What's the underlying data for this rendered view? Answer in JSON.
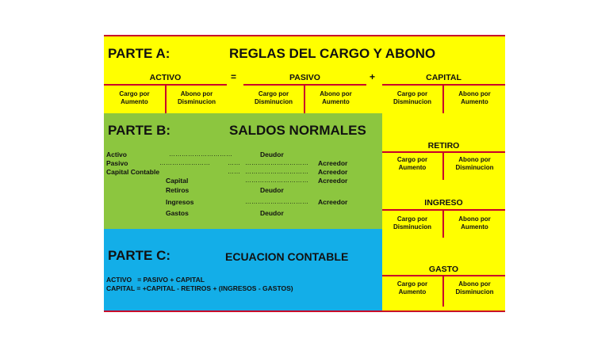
{
  "partA": {
    "label": "PARTE A:",
    "title": "REGLAS DEL CARGO Y ABONO",
    "activo": "ACTIVO",
    "equals": "=",
    "pasivo": "PASIVO",
    "plus": "+",
    "capital": "CAPITAL",
    "activo_left": [
      "Cargo por",
      "Aumento"
    ],
    "activo_right": [
      "Abono por",
      "Disminucion"
    ],
    "pasivo_left": [
      "Cargo por",
      "Disminucion"
    ],
    "pasivo_right": [
      "Abono por",
      "Aumento"
    ],
    "capital_left": [
      "Cargo por",
      "Disminucion"
    ],
    "capital_right": [
      "Abono por",
      "Aumento"
    ]
  },
  "partB": {
    "label": "PARTE B:",
    "title": "SALDOS NORMALES",
    "rows": [
      {
        "name": "Activo",
        "dots1": "…………………………",
        "debe": "Deudor",
        "dots2": "",
        "haber": ""
      },
      {
        "name": "Pasivo",
        "dots1": "……………………",
        "debe": "……",
        "dots2": "…………………………",
        "haber": "Acreedor"
      },
      {
        "name": "Capital Contable",
        "dots1": "",
        "debe": "……",
        "dots2": "…………………………",
        "haber": "Acreedor"
      },
      {
        "name": "Capital",
        "dots1": "",
        "debe": "",
        "dots2": "…………………………",
        "haber": "Acreedor"
      },
      {
        "name": "Retiros",
        "dots1": "",
        "debe": "Deudor",
        "dots2": "",
        "haber": ""
      },
      {
        "name": "Ingresos",
        "dots1": "",
        "debe": "",
        "dots2": "…………………………",
        "haber": "Acreedor"
      },
      {
        "name": "Gastos",
        "dots1": "",
        "debe": "Deudor",
        "dots2": "",
        "haber": ""
      }
    ]
  },
  "partC": {
    "label": "PARTE C:",
    "title": "ECUACION CONTABLE",
    "eq1": "ACTIVO   = PASIVO + CAPITAL",
    "eq2": "CAPITAL = +CAPITAL - RETIROS + (INGRESOS - GASTOS)"
  },
  "accounts": {
    "retiro": {
      "title": "RETIRO",
      "left": [
        "Cargo por",
        "Aumento"
      ],
      "right": [
        "Abono por",
        "Disminucion"
      ]
    },
    "ingreso": {
      "title": "INGRESO",
      "left": [
        "Cargo por",
        "Disminucion"
      ],
      "right": [
        "Abono por",
        "Aumento"
      ]
    },
    "gasto": {
      "title": "GASTO",
      "left": [
        "Cargo por",
        "Aumento"
      ],
      "right": [
        "Abono por",
        "Disminucion"
      ]
    }
  }
}
